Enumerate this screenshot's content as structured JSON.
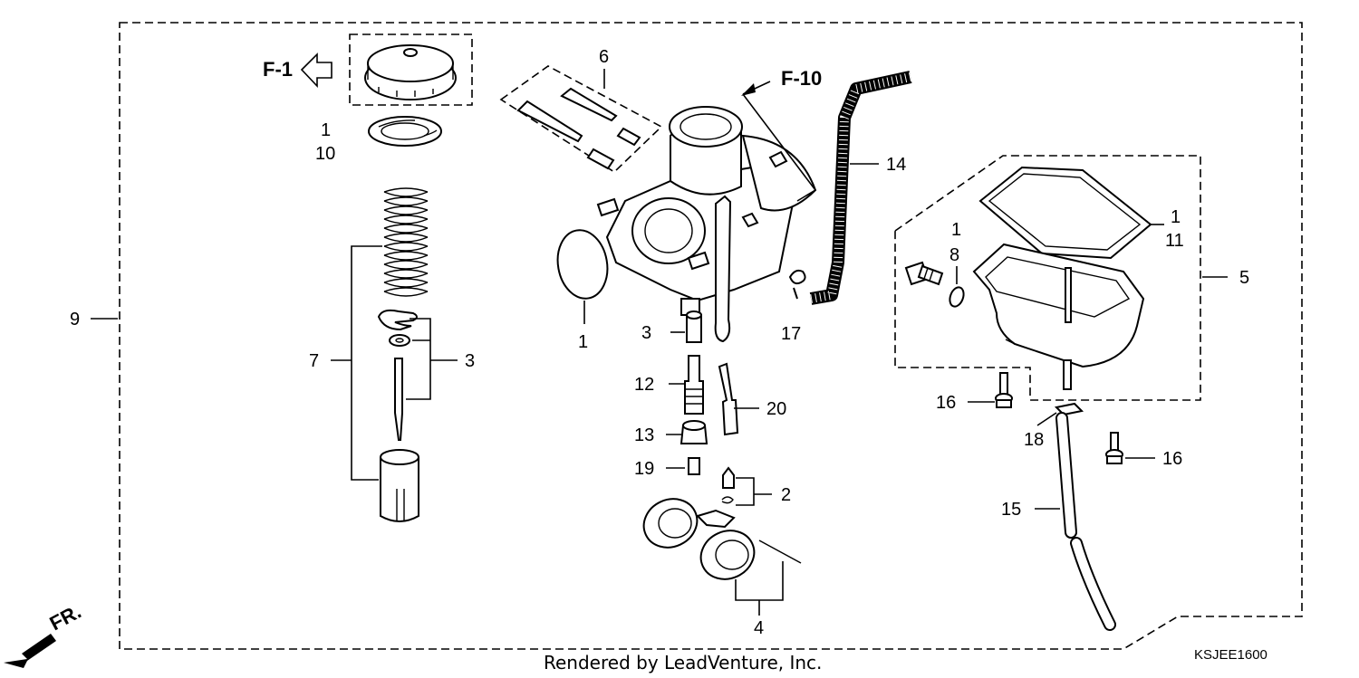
{
  "callouts": {
    "c1_top": "1",
    "c10": "10",
    "c6": "6",
    "c9": "9",
    "c7": "7",
    "c3_left": "3",
    "c1_gasket": "1",
    "c3_mid": "3",
    "c12": "12",
    "c20": "20",
    "c13": "13",
    "c19": "19",
    "c2": "2",
    "c4": "4",
    "c17": "17",
    "c14": "14",
    "c5": "5",
    "c1_right": "1",
    "c11": "11",
    "c1_screw": "1",
    "c8": "8",
    "c16_a": "16",
    "c16_b": "16",
    "c18": "18",
    "c15": "15"
  },
  "references": {
    "f1": "F-1",
    "f10": "F-10",
    "front": "FR."
  },
  "footer": {
    "credit": "Rendered by LeadVenture, Inc.",
    "code": "KSJEE1600"
  }
}
